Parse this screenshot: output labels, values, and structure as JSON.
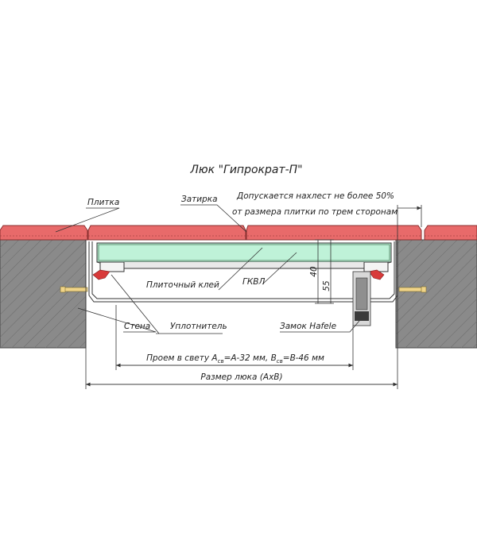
{
  "title": "Люк \"Гипрократ-П\"",
  "labels": {
    "tile": "Плитка",
    "grout": "Затирка",
    "overlap_line1": "Допускается нахлест не более 50%",
    "overlap_line2": "от размера плитки по трем сторонам",
    "tile_adhesive": "Плиточный клей",
    "gkvl": "ГКВЛ",
    "wall": "Стена",
    "seal": "Уплотнитель",
    "lock": "Замок Hafele",
    "dim_40": "40",
    "dim_55": "55",
    "opening_prefix": "Проем в свету A",
    "opening_sub_a": "св",
    "opening_mid": "=A-32 мм, B",
    "opening_sub_b": "св",
    "opening_suffix": "=B-46 мм",
    "hatch_size": "Размер люка (AxB)"
  },
  "colors": {
    "tile": "#e86a6a",
    "tile_stroke": "#8a3030",
    "wall": "#808080",
    "gkvl": "#bff2d8",
    "seal": "#d83a3a",
    "anchor": "#f0d488",
    "line": "#333333"
  }
}
